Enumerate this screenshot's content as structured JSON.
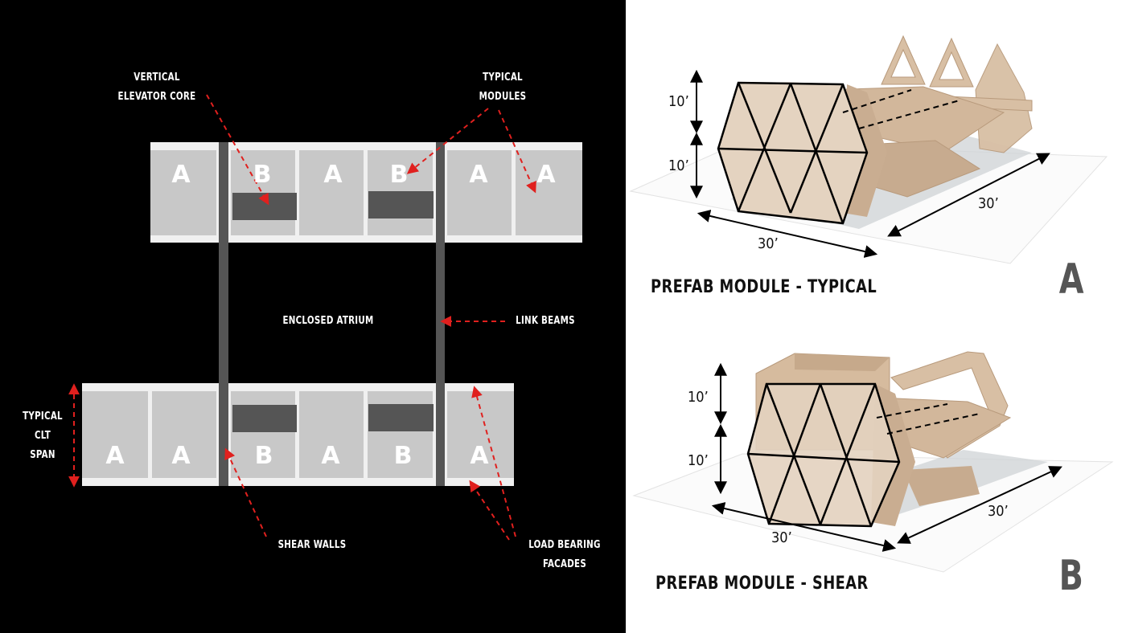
{
  "plan": {
    "labels": {
      "vertical_core": "VERTICAL\nELEVATOR CORE",
      "typical_modules": "TYPICAL\nMODULES",
      "enclosed_atrium": "ENCLOSED ATRIUM",
      "link_beams": "LINK BEAMS",
      "typical_clt_span": "TYPICAL\nCLT\nSPAN",
      "shear_walls": "SHEAR WALLS",
      "load_bearing_facades": "LOAD BEARING\nFACADES"
    },
    "top_row": [
      "A",
      "B",
      "A",
      "B",
      "A",
      "A"
    ],
    "bottom_row": [
      "A",
      "A",
      "B",
      "A",
      "B",
      "A"
    ],
    "colors": {
      "module": "#c8c8c8",
      "core": "#555555",
      "arrow": "#e0201e",
      "slab": "#f0f0f0"
    }
  },
  "modules": {
    "a": {
      "title": "PREFAB MODULE - TYPICAL",
      "letter": "A",
      "dim_upper": "10’",
      "dim_lower": "10’",
      "dim_front": "30’",
      "dim_side": "30’"
    },
    "b": {
      "title": "PREFAB MODULE - SHEAR",
      "letter": "B",
      "dim_upper": "10’",
      "dim_lower": "10’",
      "dim_front": "30’",
      "dim_side": "30’"
    },
    "colors": {
      "wood": "#d8bfa4",
      "wood_dark": "#b89a7c",
      "line": "#000000"
    }
  }
}
